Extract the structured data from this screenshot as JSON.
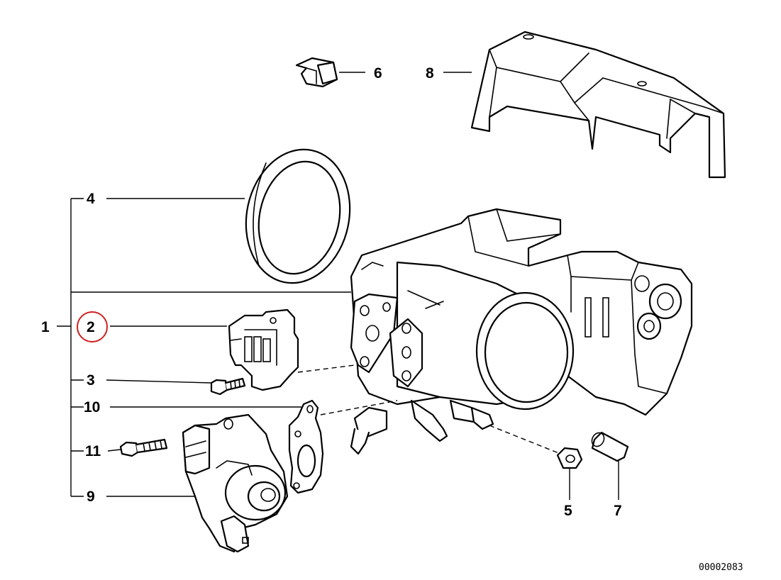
{
  "callouts": {
    "c1": "1",
    "c2": "2",
    "c3": "3",
    "c4": "4",
    "c5": "5",
    "c6": "6",
    "c7": "7",
    "c8": "8",
    "c9": "9",
    "c10": "10",
    "c11": "11"
  },
  "highlight": {
    "callout": "2",
    "color": "#cc2222"
  },
  "reference_number": "00002083"
}
